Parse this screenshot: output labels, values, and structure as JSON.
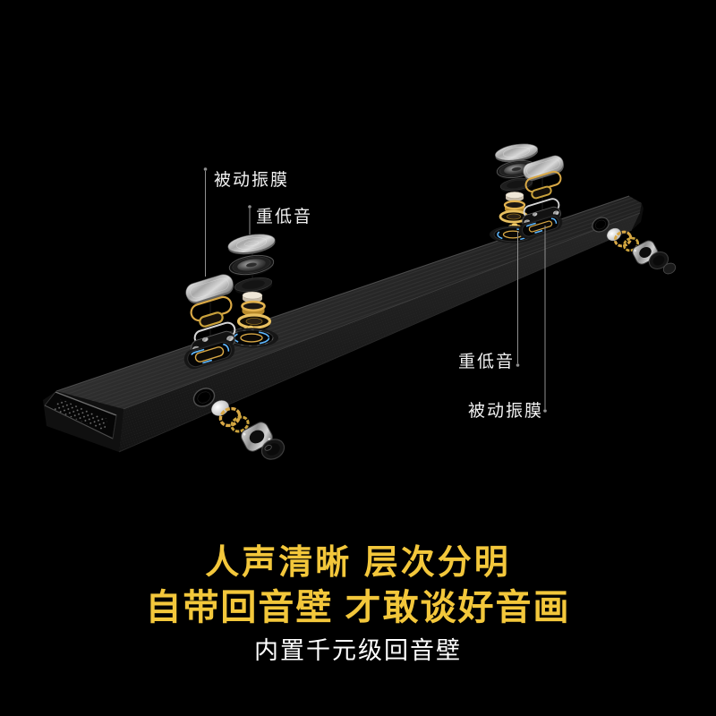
{
  "page": {
    "background_color": "#000000",
    "type": "product-exploded-view-promo"
  },
  "callouts": {
    "left_passive_radiator": {
      "label": "被动振膜"
    },
    "left_subwoofer": {
      "label": "重低音"
    },
    "right_subwoofer": {
      "label": "重低音"
    },
    "right_passive_radiator": {
      "label": "被动振膜"
    }
  },
  "headline": {
    "line1": "人声清晰 层次分明",
    "line2": "自带回音壁 才敢谈好音画",
    "subheadline": "内置千元级回音壁",
    "headline_color": "#F3C73B",
    "subheadline_color": "#FFFFFF"
  },
  "diagram": {
    "accent_gold": "#D9A845",
    "accent_blue": "#5FB8FF",
    "leader_line_color": "#8F8F8F",
    "soundbar_body_color": "#2A2A2A"
  }
}
